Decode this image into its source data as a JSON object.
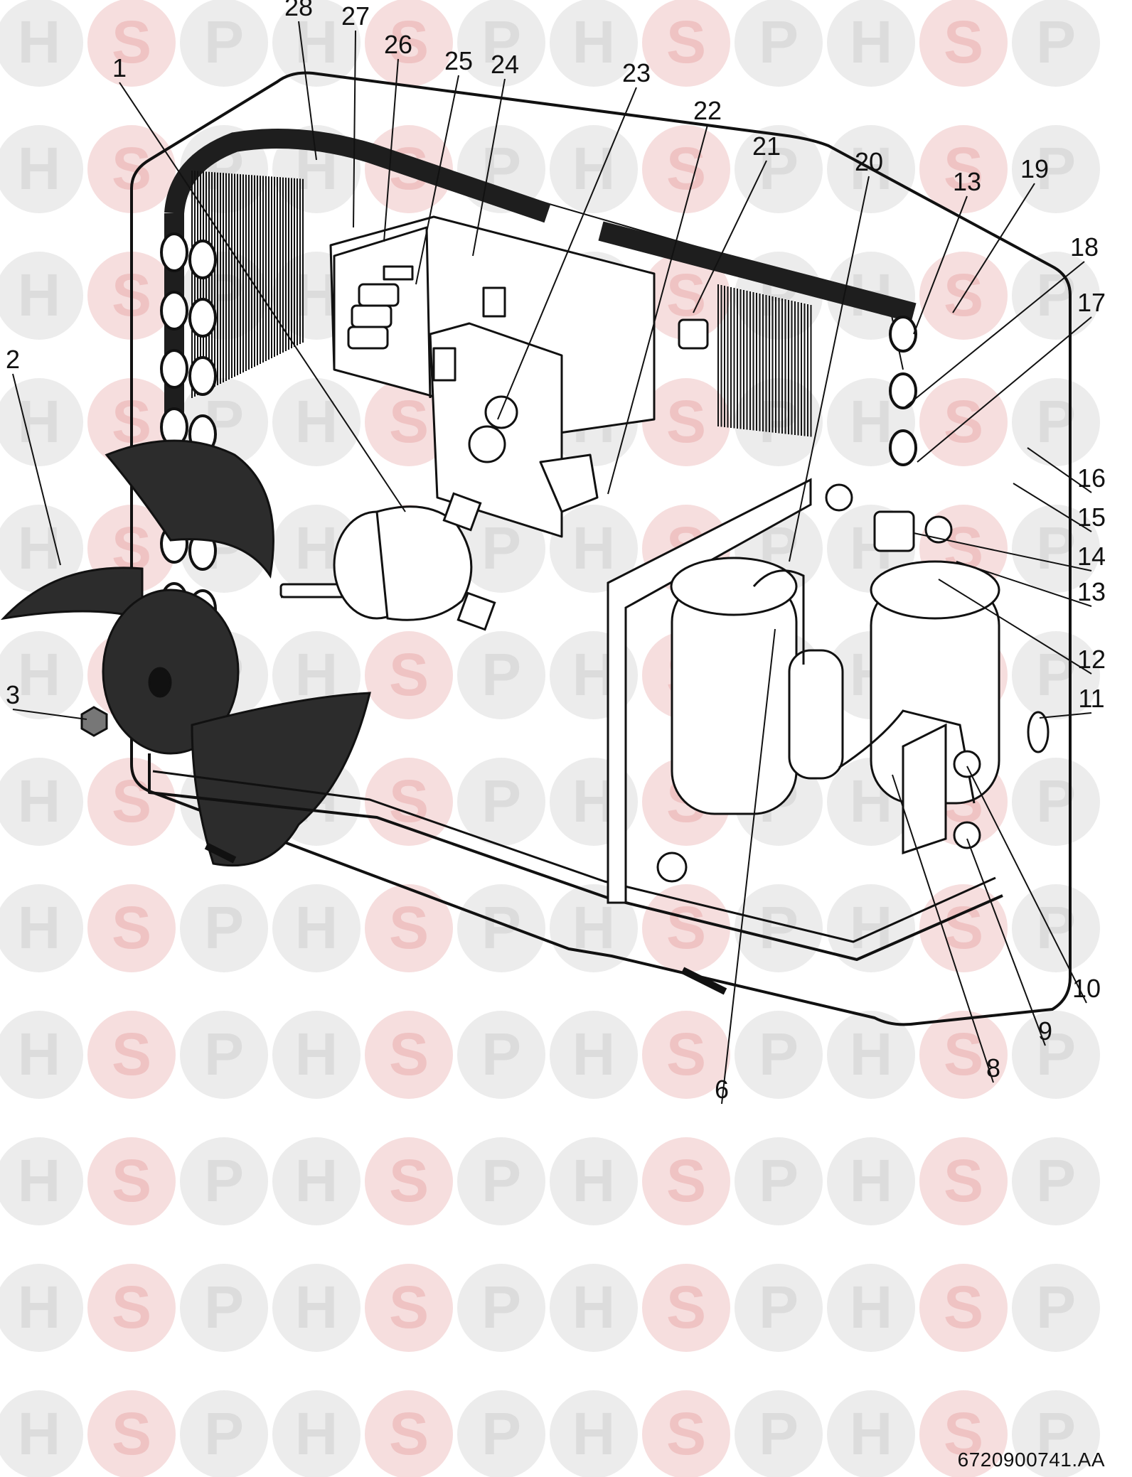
{
  "watermark": {
    "letters": [
      "H",
      "S",
      "P"
    ],
    "circle_color": "#ececec",
    "letter_color": "#dcdcdc",
    "accent_circle_color": "#f6dede",
    "accent_letter_color": "#efc3c3"
  },
  "diagram": {
    "callouts": [
      {
        "id": "1",
        "label": "1"
      },
      {
        "id": "2",
        "label": "2"
      },
      {
        "id": "3",
        "label": "3"
      },
      {
        "id": "6",
        "label": "6"
      },
      {
        "id": "8",
        "label": "8"
      },
      {
        "id": "9",
        "label": "9"
      },
      {
        "id": "10",
        "label": "10"
      },
      {
        "id": "11",
        "label": "11"
      },
      {
        "id": "12",
        "label": "12"
      },
      {
        "id": "13a",
        "label": "13"
      },
      {
        "id": "13b",
        "label": "13"
      },
      {
        "id": "14",
        "label": "14"
      },
      {
        "id": "15",
        "label": "15"
      },
      {
        "id": "16",
        "label": "16"
      },
      {
        "id": "17",
        "label": "17"
      },
      {
        "id": "18",
        "label": "18"
      },
      {
        "id": "19",
        "label": "19"
      },
      {
        "id": "20",
        "label": "20"
      },
      {
        "id": "21",
        "label": "21"
      },
      {
        "id": "22",
        "label": "22"
      },
      {
        "id": "23",
        "label": "23"
      },
      {
        "id": "24",
        "label": "24"
      },
      {
        "id": "25",
        "label": "25"
      },
      {
        "id": "26",
        "label": "26"
      },
      {
        "id": "27",
        "label": "27"
      },
      {
        "id": "28",
        "label": "28"
      }
    ],
    "reference_code": "6720900741.AA"
  },
  "colors": {
    "line": "#111111",
    "fan": "#2a2a2a",
    "coil": "#222222"
  }
}
